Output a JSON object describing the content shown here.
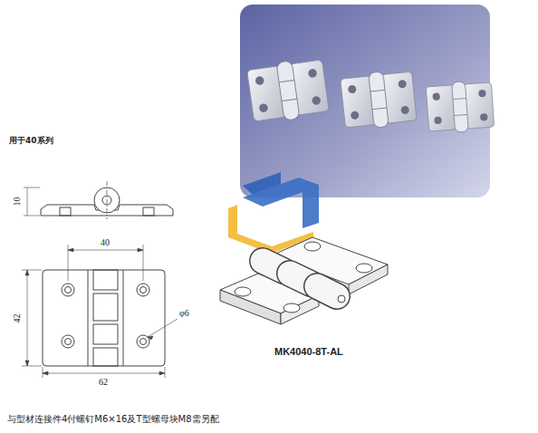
{
  "diagram": {
    "labels": [
      "用于40系列",
      "10",
      "40",
      "42",
      "62",
      "φ6",
      "MK4040-8T-AL",
      "与型材连接件4付螺钉M6×16及T型螺母块M8需另配"
    ]
  }
}
